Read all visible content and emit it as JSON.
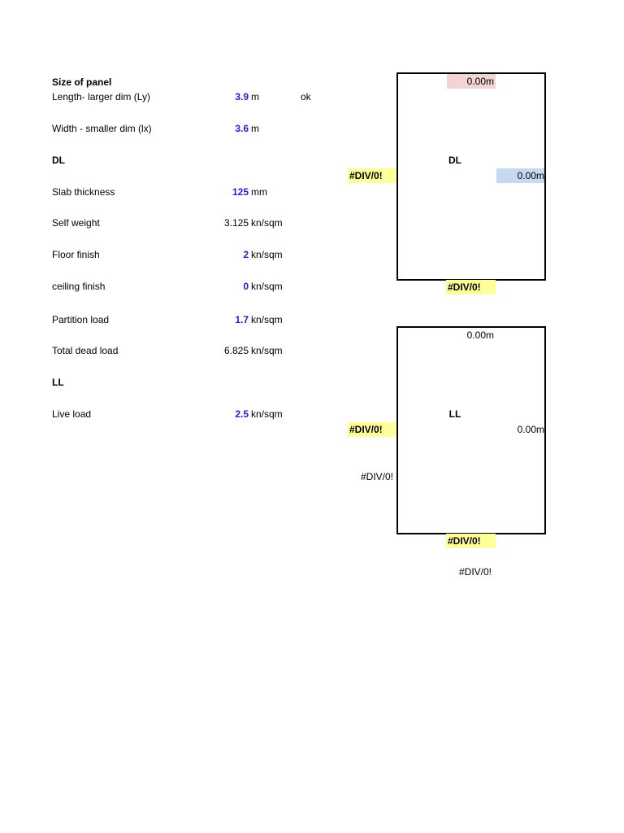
{
  "panel": {
    "heading": "Size of panel",
    "length_label": "Length- larger dim (Ly)",
    "length_value": "3.9",
    "length_unit": "m",
    "length_status": "ok",
    "width_label": "Width - smaller dim (lx)",
    "width_value": "3.6",
    "width_unit": "m"
  },
  "dead_load": {
    "heading": "DL",
    "slab_label": "Slab thickness",
    "slab_value": "125",
    "slab_unit": "mm",
    "self_weight_label": "Self weight",
    "self_weight_value": "3.125",
    "self_weight_unit": "kn/sqm",
    "floor_finish_label": "Floor finish",
    "floor_finish_value": "2",
    "floor_finish_unit": "kn/sqm",
    "ceiling_finish_label": "ceiling finish",
    "ceiling_finish_value": "0",
    "ceiling_finish_unit": "kn/sqm",
    "partition_label": "Partition load",
    "partition_value": "1.7",
    "partition_unit": "kn/sqm",
    "total_label": "Total dead load",
    "total_value": "6.825",
    "total_unit": "kn/sqm"
  },
  "live_load": {
    "heading": "LL",
    "live_label": "Live load",
    "live_value": "2.5",
    "live_unit": "kn/sqm"
  },
  "dl_diagram": {
    "label": "DL",
    "top_moment": "0.00m",
    "left_value": "#DIV/0!",
    "right_moment": "0.00m",
    "bottom_value": "#DIV/0!"
  },
  "ll_diagram": {
    "label": "LL",
    "top_moment": "0.00m",
    "left_value": "#DIV/0!",
    "right_moment": "0.00m",
    "bottom_value": "#DIV/0!",
    "left_extra": "#DIV/0!",
    "below_extra": "#DIV/0!"
  },
  "colors": {
    "input_blue": "#1f1fd0",
    "error_yellow": "#ffff99",
    "pink_cell": "#f2d4d4",
    "blue_cell": "#c5d9f1"
  }
}
